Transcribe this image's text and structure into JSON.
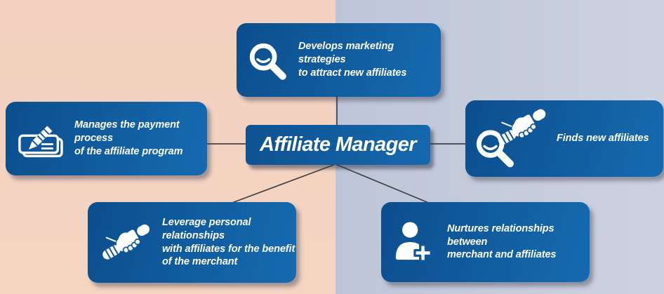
{
  "title": "Affiliate Manager",
  "palette": {
    "box_blue_dark": "#0c4e8d",
    "box_blue_light": "#1569ae",
    "background_left": "#f4d1c0",
    "background_right": "#c3c9da",
    "text_color": "#ffffff",
    "connector_color": "#3f4347"
  },
  "nodes": [
    {
      "id": "develops-marketing",
      "icon": "magnifier-icon",
      "lines": [
        "Develops marketing strategies",
        "to attract new affiliates"
      ]
    },
    {
      "id": "manages-payments",
      "icon": "check-pencil-icon",
      "lines": [
        "Manages the payment process",
        "of the affiliate program"
      ]
    },
    {
      "id": "finds-affiliates",
      "icon": "magnifier-handshake-icon",
      "lines": [
        "Finds new affiliates"
      ]
    },
    {
      "id": "leverage-relationships",
      "icon": "handshake-icon",
      "lines": [
        "Leverage personal relationships",
        "with affiliates for the benefit",
        "of the merchant"
      ]
    },
    {
      "id": "nurtures-relationships",
      "icon": "add-person-icon",
      "lines": [
        "Nurtures relationships between",
        "merchant and affiliates"
      ]
    }
  ]
}
